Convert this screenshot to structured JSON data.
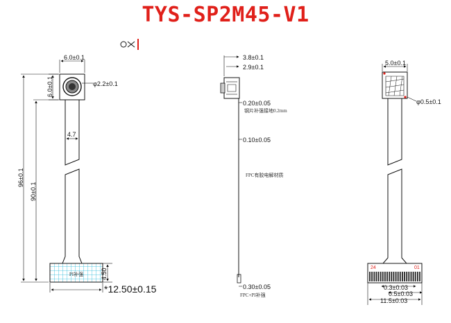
{
  "title": "TYS-SP2M45-V1",
  "left_view": {
    "width_top": "6.0±0.1",
    "height_module": "6.0±0.1",
    "lens_dia": "φ2.2±0.1",
    "fpc_width": "4.7",
    "total_len": "96±0.1",
    "fpc_len": "90±0.1",
    "pad_label": "PI补强",
    "pad_height": "4.50",
    "connector_width": "*12.50±0.15"
  },
  "side_view": {
    "d1": "3.8±0.1",
    "d2": "2.9±0.1",
    "thk1": "0.20±0.05",
    "note1": "钢片补强接地0.2mm",
    "thk2": "0.10±0.05",
    "note2": "FPC有胶电解材质",
    "thk3": "0.30±0.05",
    "note3": "FPC+PI补强"
  },
  "right_view": {
    "width_top": "5.0±0.1",
    "hole_dia": "φ0.5±0.1",
    "pin_left": "24",
    "pin_right": "01",
    "d_pitch": "0.3±0.03",
    "d_pin": "0.5±0.03",
    "d_total": "11.5±0.03"
  },
  "colors": {
    "title": "#e0201a",
    "pad": "#00aacc",
    "pin_label": "#e0201a"
  }
}
